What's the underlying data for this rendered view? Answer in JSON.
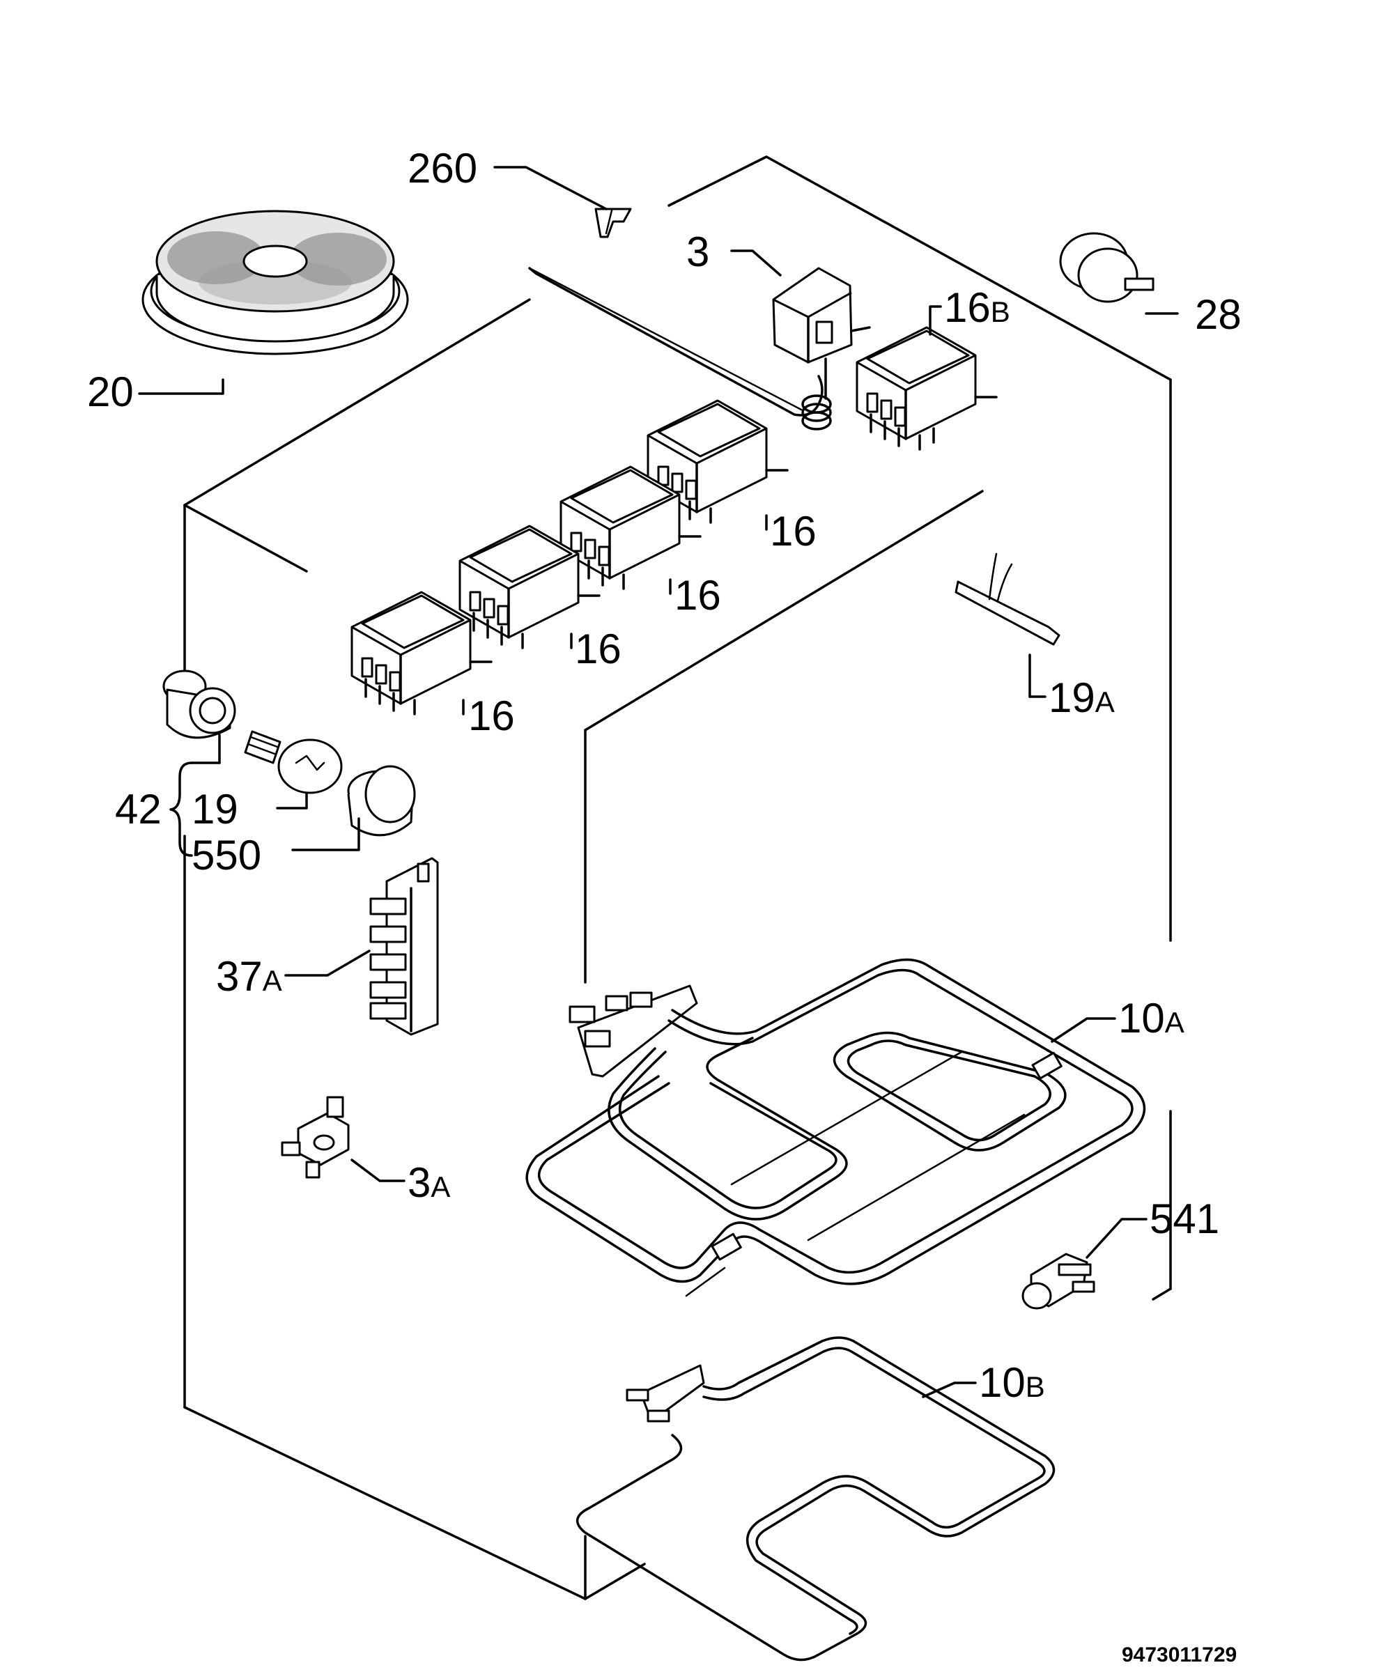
{
  "diagram": {
    "reference_number": "9473011729",
    "callouts": [
      {
        "id": "260",
        "num": "260",
        "suffix": ""
      },
      {
        "id": "3",
        "num": "3",
        "suffix": ""
      },
      {
        "id": "16b",
        "num": "16",
        "suffix": "B"
      },
      {
        "id": "28",
        "num": "28",
        "suffix": ""
      },
      {
        "id": "20",
        "num": "20",
        "suffix": ""
      },
      {
        "id": "16d",
        "num": "16",
        "suffix": ""
      },
      {
        "id": "16c",
        "num": "16",
        "suffix": ""
      },
      {
        "id": "16e",
        "num": "16",
        "suffix": ""
      },
      {
        "id": "16f",
        "num": "16",
        "suffix": ""
      },
      {
        "id": "19a",
        "num": "19",
        "suffix": "A"
      },
      {
        "id": "42",
        "num": "42",
        "suffix": ""
      },
      {
        "id": "19",
        "num": "19",
        "suffix": ""
      },
      {
        "id": "550",
        "num": "550",
        "suffix": ""
      },
      {
        "id": "37a",
        "num": "37",
        "suffix": "A"
      },
      {
        "id": "10a",
        "num": "10",
        "suffix": "A"
      },
      {
        "id": "3a",
        "num": "3",
        "suffix": "A"
      },
      {
        "id": "541",
        "num": "541",
        "suffix": ""
      },
      {
        "id": "10b",
        "num": "10",
        "suffix": "B"
      }
    ]
  }
}
